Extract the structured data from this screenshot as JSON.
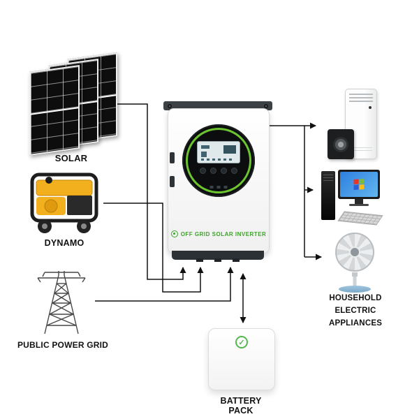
{
  "nodes": {
    "solar": {
      "label": "SOLAR"
    },
    "dynamo": {
      "label": "DYNAMO"
    },
    "grid": {
      "label": "PUBLIC POWER GRID"
    },
    "inverter": {
      "label": "OFF GRID SOLAR INVERTER"
    },
    "appliances": {
      "label_lines": [
        "HOUSEHOLD",
        "ELECTRIC APPLIANCES"
      ]
    },
    "battery": {
      "label": "BATTERY PACK"
    }
  },
  "icons": {
    "battery_check": "✓"
  },
  "colors": {
    "connector": "#111111",
    "inverter_ring_green": "#6cc52f",
    "inverter_text_green": "#3fa12c",
    "dynamo_yellow": "#f2b01e",
    "battery_check_green": "#53b94d",
    "fan_base_blue": "#9fc4de",
    "screen_blue": "#2e7fe0"
  }
}
